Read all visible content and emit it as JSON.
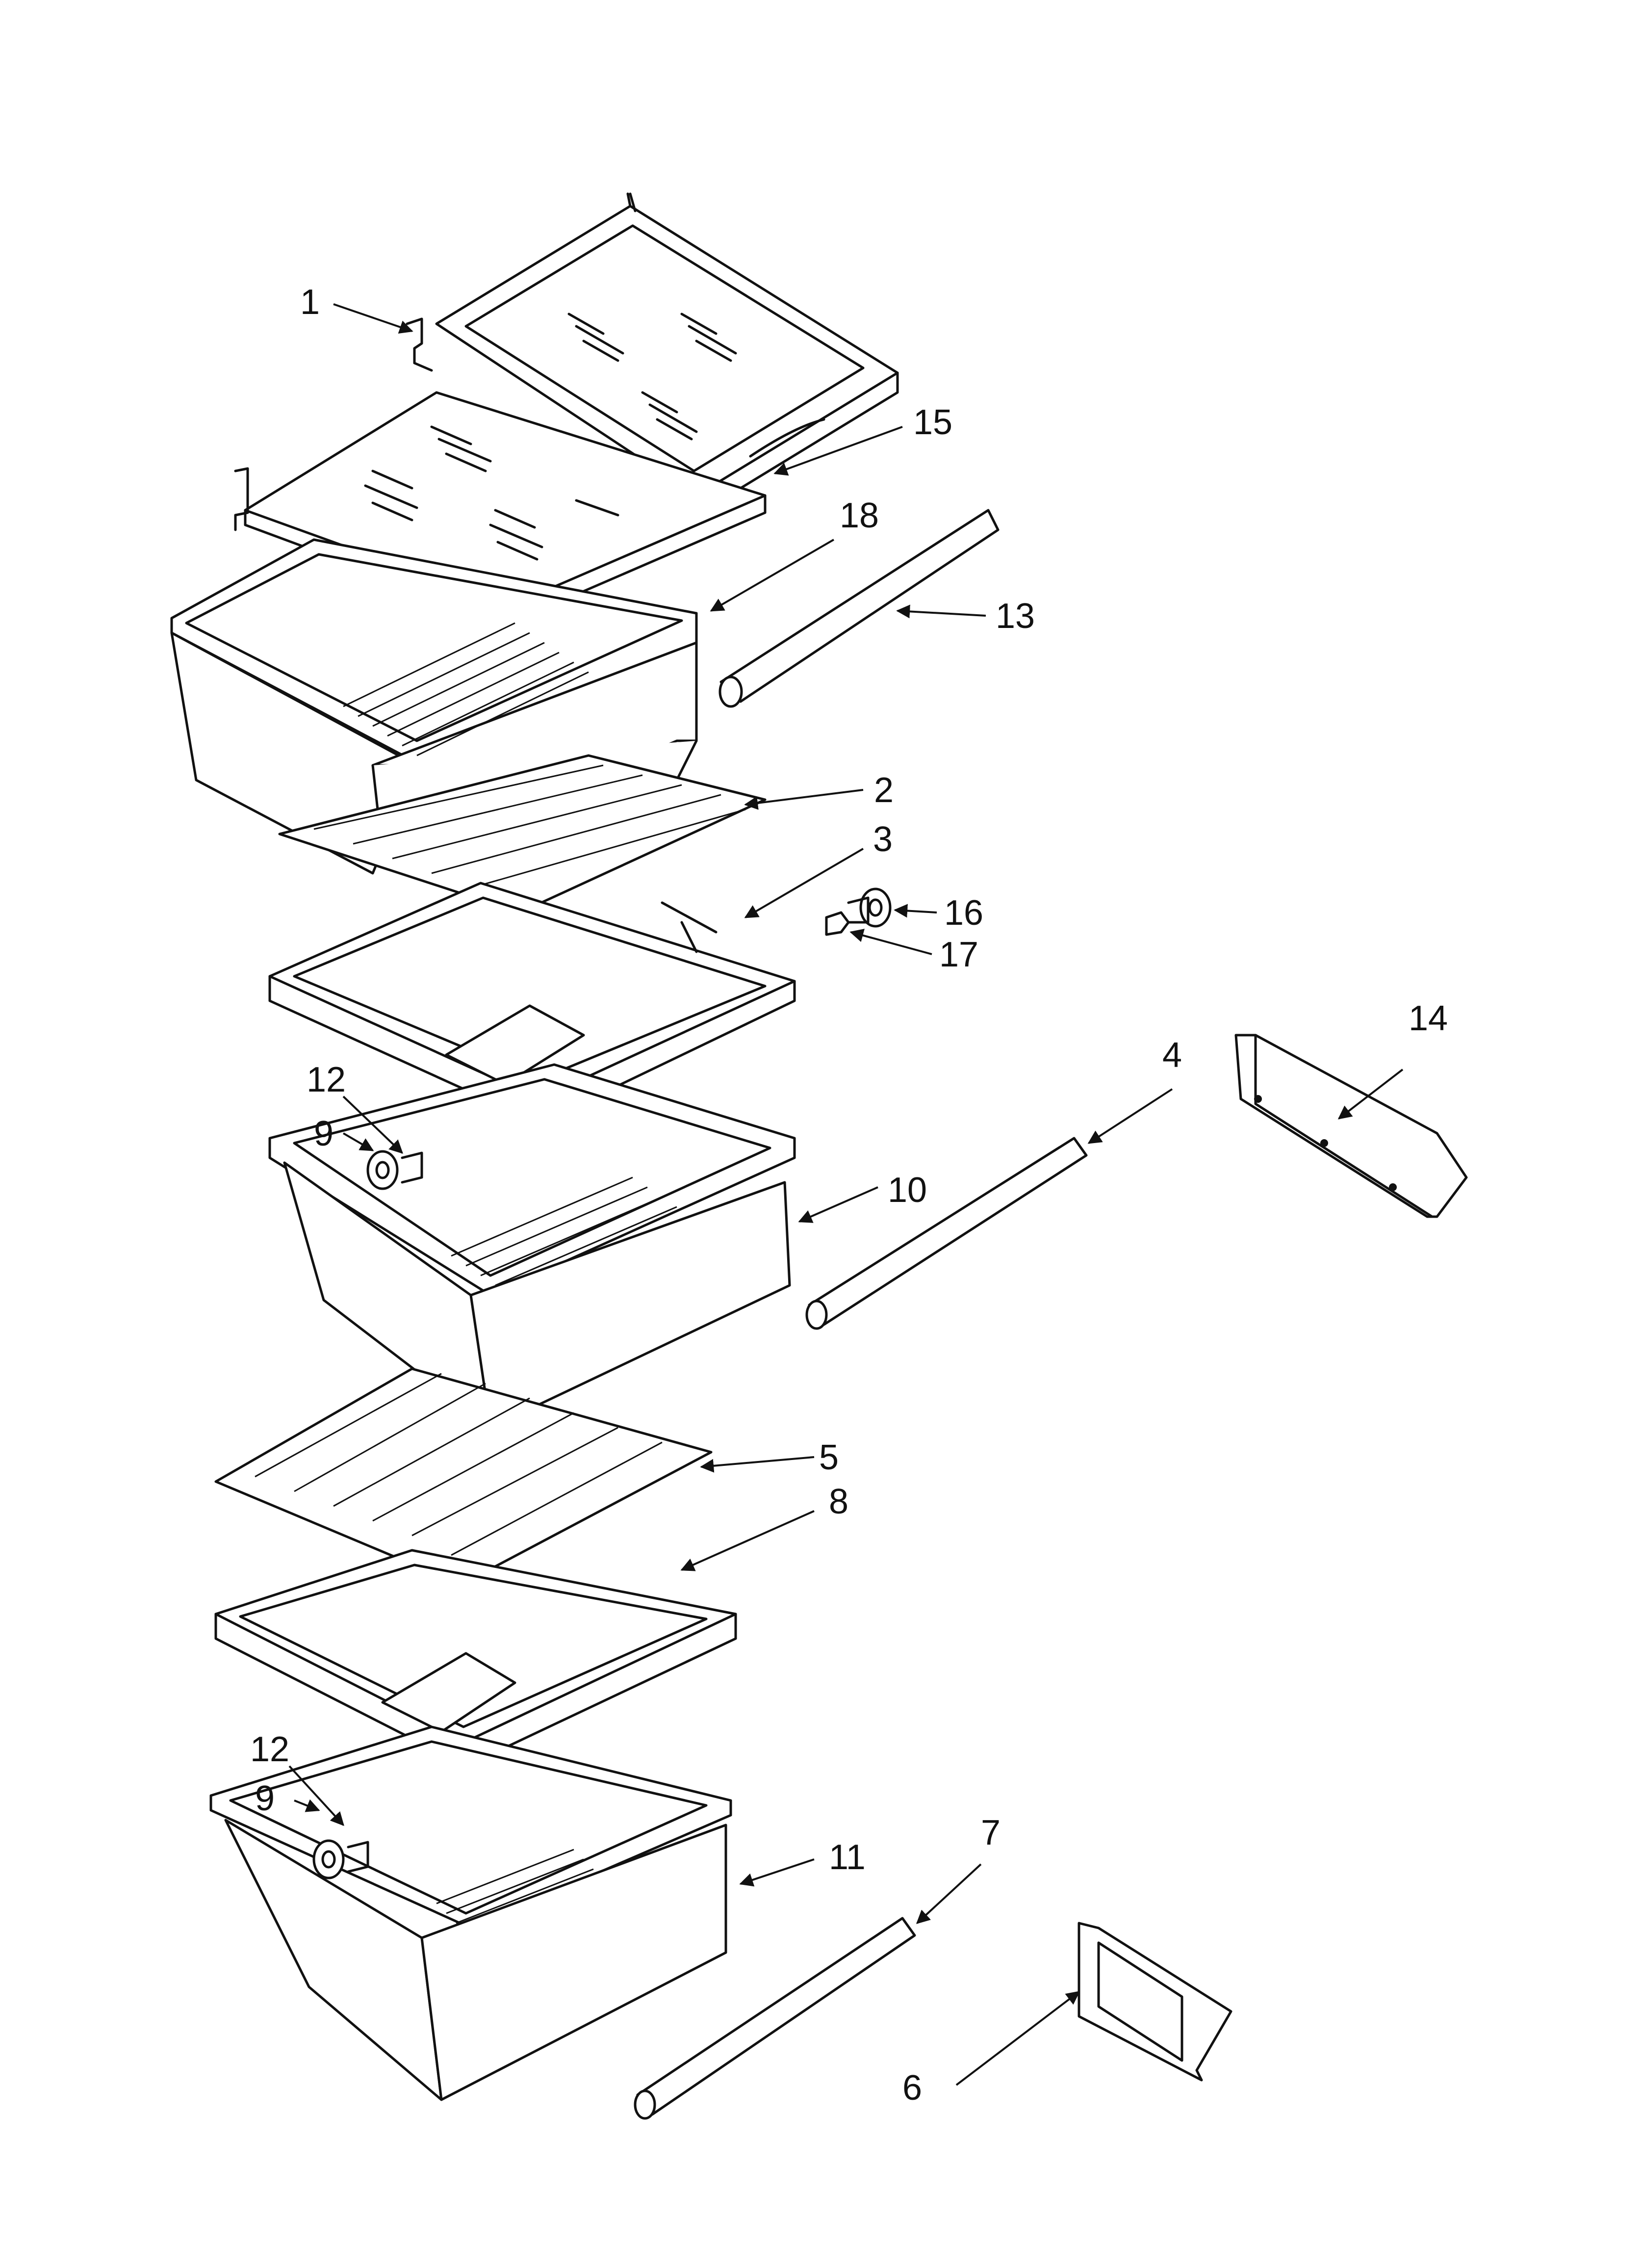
{
  "colors": {
    "line": "#111111",
    "background": "#ffffff"
  },
  "callouts": [
    {
      "id": "1",
      "label": "1"
    },
    {
      "id": "15",
      "label": "15"
    },
    {
      "id": "18",
      "label": "18"
    },
    {
      "id": "13",
      "label": "13"
    },
    {
      "id": "2",
      "label": "2"
    },
    {
      "id": "3",
      "label": "3"
    },
    {
      "id": "16",
      "label": "16"
    },
    {
      "id": "17",
      "label": "17"
    },
    {
      "id": "14",
      "label": "14"
    },
    {
      "id": "4",
      "label": "4"
    },
    {
      "id": "12a",
      "label": "12"
    },
    {
      "id": "9a",
      "label": "9"
    },
    {
      "id": "10",
      "label": "10"
    },
    {
      "id": "5",
      "label": "5"
    },
    {
      "id": "8",
      "label": "8"
    },
    {
      "id": "12b",
      "label": "12"
    },
    {
      "id": "9b",
      "label": "9"
    },
    {
      "id": "7",
      "label": "7"
    },
    {
      "id": "11",
      "label": "11"
    },
    {
      "id": "6",
      "label": "6"
    }
  ]
}
